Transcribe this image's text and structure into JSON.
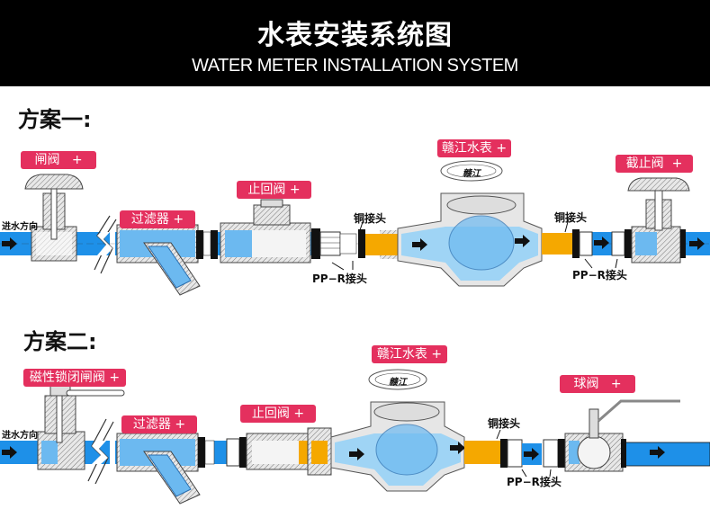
{
  "header": {
    "title_cn": "水表安装系统图",
    "title_en": "WATER METER INSTALLATION SYSTEM"
  },
  "colors": {
    "badge": "#e4305e",
    "pipe": "#1e90e8",
    "water_light": "#9fd4f5",
    "brass_fitting": "#f5a800",
    "header_bg": "#000000"
  },
  "scheme1": {
    "title": "方案一:",
    "flow_direction_label": "进水方向",
    "components": [
      {
        "label": "闸阀",
        "plus": "+"
      },
      {
        "label": "过滤器",
        "plus": "+"
      },
      {
        "label": "止回阀",
        "plus": "+"
      },
      {
        "label": "赣江水表",
        "plus": "+"
      },
      {
        "label": "截止阀",
        "plus": "+"
      }
    ],
    "annotations": {
      "copper_fitting_left": "铜接头",
      "copper_fitting_right": "铜接头",
      "ppr_fitting_left": "PP−R接头",
      "ppr_fitting_right": "PP−R接头"
    },
    "meter_brand_mark": "赣江"
  },
  "scheme2": {
    "title": "方案二:",
    "flow_direction_label": "进水方向",
    "components": [
      {
        "label": "磁性锁闭闸阀",
        "plus": "+"
      },
      {
        "label": "过滤器",
        "plus": "+"
      },
      {
        "label": "止回阀",
        "plus": "+"
      },
      {
        "label": "赣江水表",
        "plus": "+"
      },
      {
        "label": "球阀",
        "plus": "+"
      }
    ],
    "annotations": {
      "copper_fitting": "铜接头",
      "ppr_fitting": "PP−R接头"
    },
    "meter_brand_mark": "赣江"
  }
}
